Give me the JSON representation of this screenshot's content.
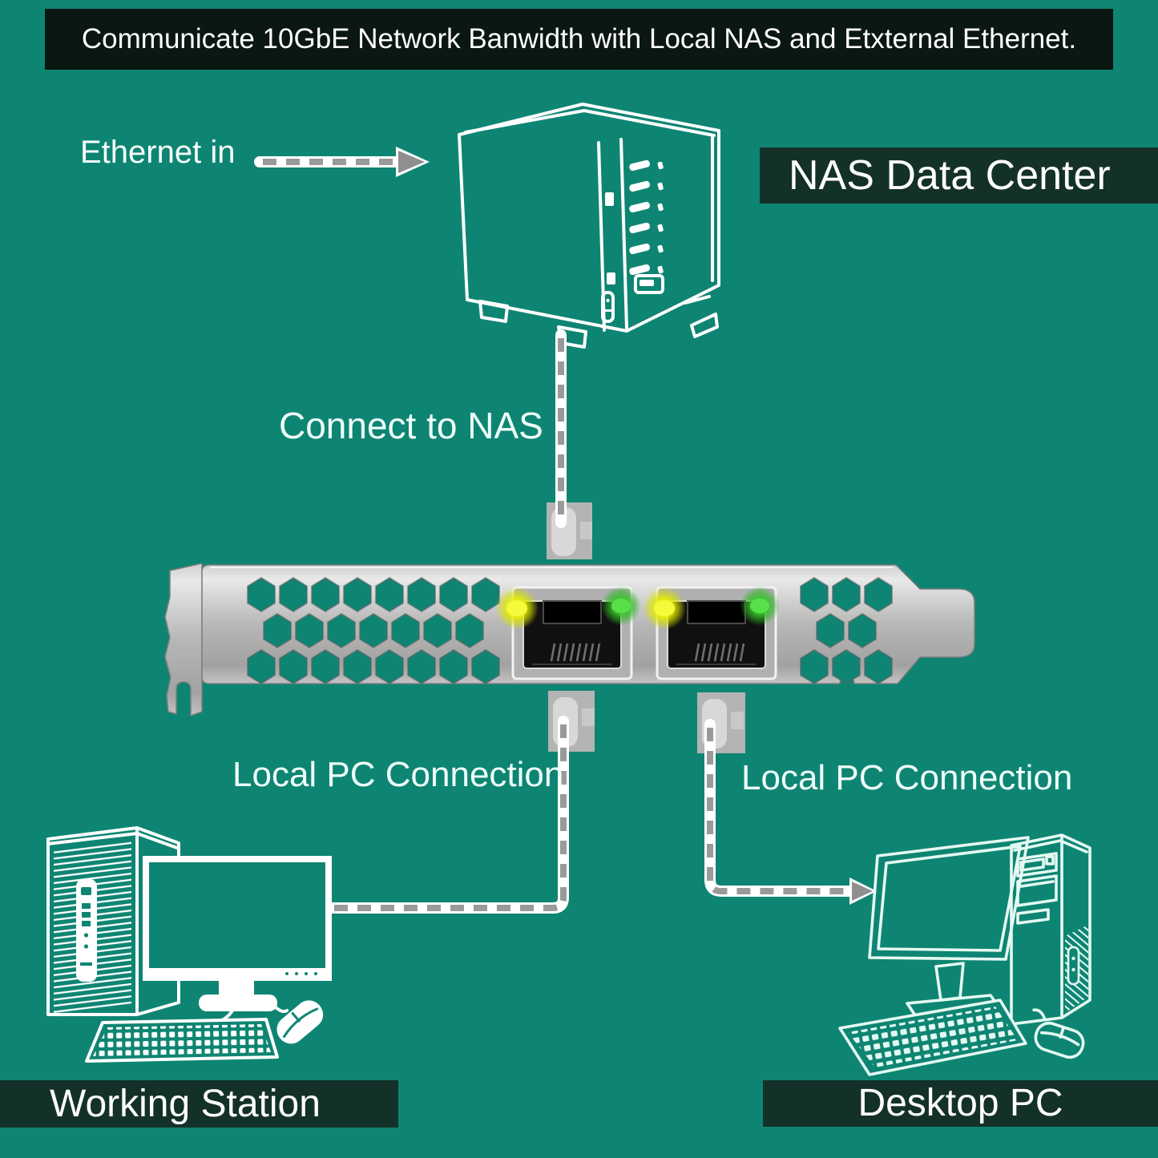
{
  "banner": {
    "text": "Communicate 10GbE Network Banwidth with Local NAS and Etxternal Ethernet."
  },
  "labels": {
    "ethernet_in": "Ethernet in",
    "nas_data_center": "NAS Data Center",
    "connect_to_nas": "Connect to NAS",
    "local_pc_connection_left": "Local PC Connection",
    "local_pc_connection_right": "Local PC Connection",
    "working_station": "Working Station",
    "desktop_pc": "Desktop PC"
  },
  "icons": {
    "ethernet-in-arrow-icon": "white capsule with gray dashes, right arrowhead",
    "nas-icon": "white line-art 2-bay NAS box with 6 status LEDs, USB port and power button",
    "network-card-icon": "silver low-profile PCIe bracket with honeycomb vents and two shielded RJ45 ports",
    "rj45-port-icon": "black shielded ethernet jack",
    "port-led-yellow-icon": "yellow activity LED glow",
    "port-led-green-icon": "green link LED glow",
    "rj45-plug-icon": "gray translucent cable plug block",
    "dashed-cable-icon": "white cable with gray dash pattern",
    "workstation-icon": "white line-art tower PC, monitor, keyboard and mouse",
    "desktop-pc-icon": "mint line-art monitor, tower, keyboard and mouse"
  },
  "colors": {
    "background": "#0E8573",
    "banner_bg": "#0B1712",
    "label_box_bg": "#143129",
    "text_primary": "#FFFFFF",
    "text_mint": "#EFFFFA",
    "cable_white": "#FFFFFF",
    "cable_dash_gray": "#9A9A9A",
    "arrowhead_gray": "#8F8F8F",
    "bracket_silver_light": "#E8E8E8",
    "bracket_silver_dark": "#A5A5A5",
    "port_black": "#111111",
    "led_yellow": "#E8F000",
    "led_green": "#3CCB2D",
    "connector_block": "#B4B4B4",
    "connector_plug": "#D8D8D8",
    "lineart_white": "#FFFFFF",
    "lineart_mint": "#E4F9F2"
  }
}
